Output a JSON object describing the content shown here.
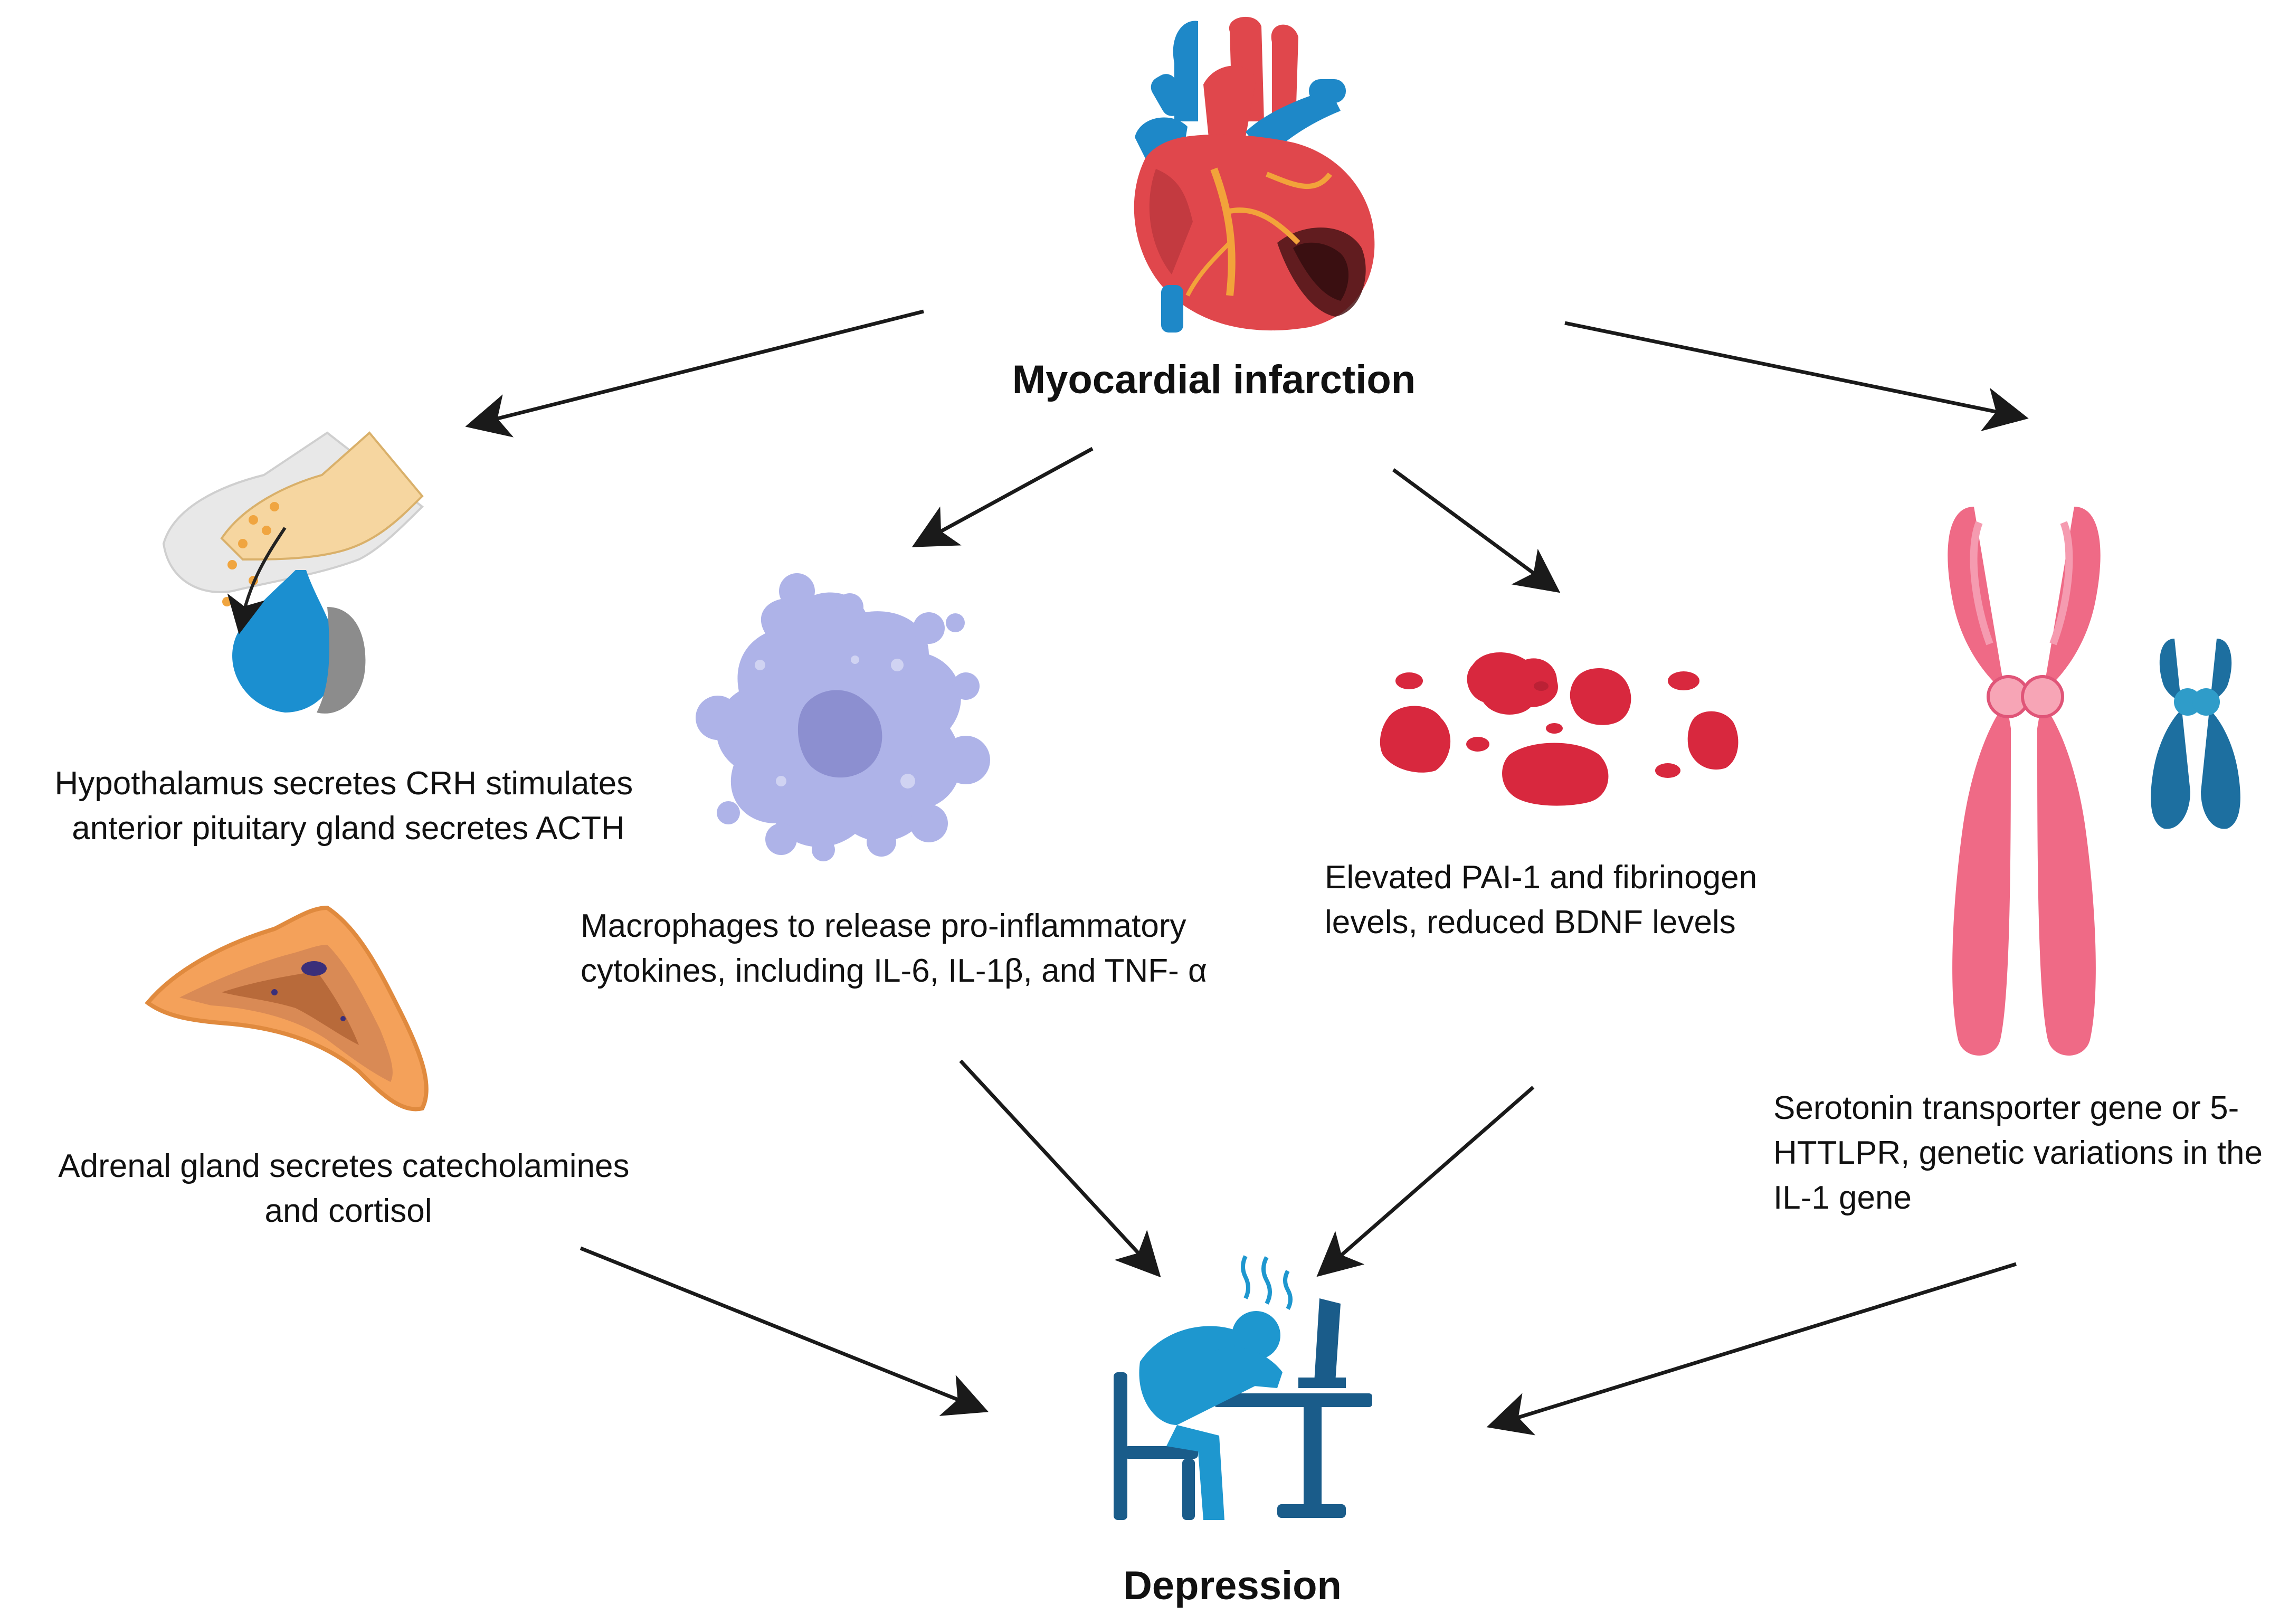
{
  "nodes": {
    "mi": {
      "label": "Myocardial infarction"
    },
    "depression": {
      "label": "Depression"
    },
    "hpa": {
      "caption": "Hypothalamus secretes CRH stimulates anterior pituitary gland secretes ACTH"
    },
    "adrenal": {
      "caption": "Adrenal gland secretes catecholamines and cortisol"
    },
    "macrophage": {
      "caption": "Macrophages to release pro-inflammatory cytokines, including IL-6, IL-1β, and TNF- α"
    },
    "clot": {
      "caption": "Elevated PAI-1 and fibrinogen levels, reduced BDNF levels"
    },
    "genetic": {
      "caption": "Serotonin transporter gene or 5-HTTLPR, genetic variations in the IL-1 gene"
    }
  },
  "icons": [
    "heart-icon",
    "hypothalamus-pituitary-icon",
    "adrenal-gland-icon",
    "macrophage-icon",
    "blood-clot-icon",
    "chromosome-icon",
    "depressed-person-icon"
  ],
  "colors": {
    "arrow": "#1a1a1a",
    "heart": "#e0474c",
    "vessel_blue": "#1e88c8",
    "macrophage": "#aeb3e8",
    "clot": "#d8283e",
    "chromosome_pink": "#ef6a86",
    "chromosome_blue": "#1d6fa0",
    "adrenal": "#f4a15a",
    "person": "#1e97cf"
  }
}
